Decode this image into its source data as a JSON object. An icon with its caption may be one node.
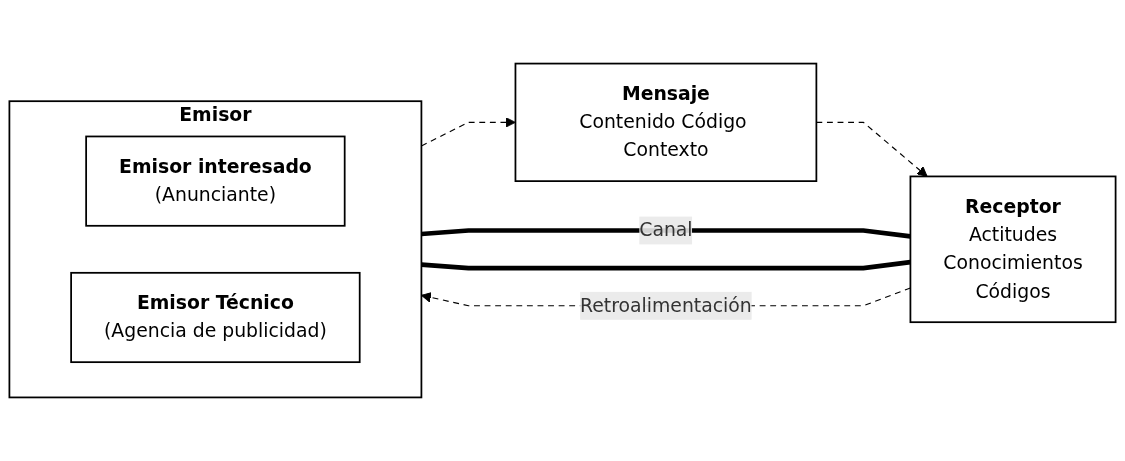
{
  "diagram": {
    "nodes": [
      {
        "text": [
          "Emisor"
        ]
      },
      {
        "text": [
          "Emisor interesado",
          "(Anunciante)"
        ],
        "in": 0
      },
      {
        "text": [
          "Emisor Técnico",
          "(Agencia de publicidad)"
        ],
        "in": 0
      },
      {
        "text": [
          "Mensaje",
          "Contenido Código Contexto"
        ]
      },
      {
        "text": [
          "Receptor",
          "Actitudes",
          "Conocimientos",
          "Códigos"
        ]
      }
    ],
    "edges": [
      {
        "from": 0,
        "to": 3,
        "arrow": "to",
        "style": "dashed"
      },
      {
        "from": 3,
        "to": 4,
        "arrow": "to",
        "style": "dashed"
      },
      {
        "from": 4,
        "to": 0,
        "arrow": "to",
        "style": "dashed",
        "label": "Retroalimentación"
      },
      {
        "from": 0,
        "to": 4,
        "arrow": "none",
        "style": "thick",
        "label": "Canal"
      },
      {
        "from": 0,
        "to": 4,
        "arrow": "none",
        "style": "thick"
      }
    ]
  }
}
